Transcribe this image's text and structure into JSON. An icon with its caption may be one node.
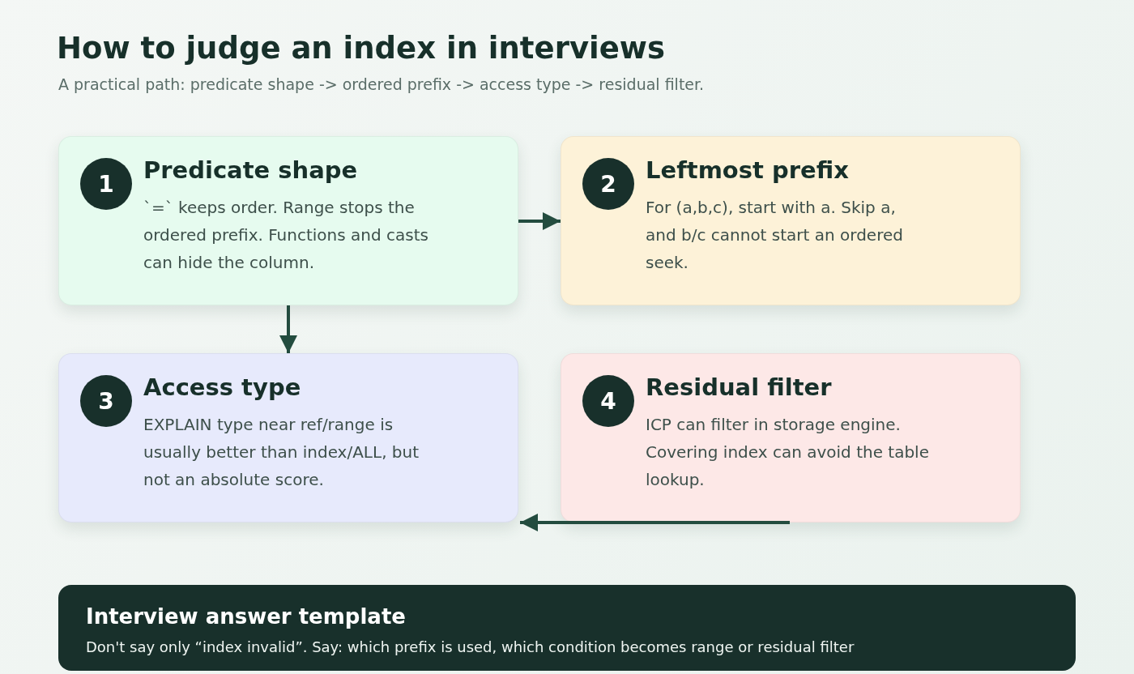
{
  "diagram": {
    "title": "How to judge an index in interviews",
    "nodes": [
      {
        "text": [
          "1",
          "Predicate shape",
          "`=` keeps order. Range stops the ordered prefix. Functions and casts can hide the column."
        ]
      },
      {
        "text": [
          "2",
          "Leftmost prefix",
          "For (a,b,c), start with a. Skip a, and b/c cannot start an ordered seek."
        ]
      },
      {
        "text": [
          "3",
          "Access type",
          "EXPLAIN type near ref/range is usually better than index/ALL, but not an absolute score."
        ]
      },
      {
        "text": [
          "4",
          "Residual filter",
          "ICP can filter in storage engine. Covering index can avoid the table lookup."
        ]
      },
      {
        "text": [
          "Interview answer template",
          "Don't say only “index invalid”. Say: which prefix is used, which condition becomes range or residual filter"
        ]
      }
    ],
    "edges": [
      {
        "from": 0,
        "to": 1,
        "arrow": "to"
      },
      {
        "from": 0,
        "to": 2,
        "arrow": "to"
      },
      {
        "from": 3,
        "to": 2,
        "arrow": "to"
      }
    ],
    "labels": [
      "A practical path: predicate shape -> ordered prefix -> access type -> residual filter."
    ]
  }
}
